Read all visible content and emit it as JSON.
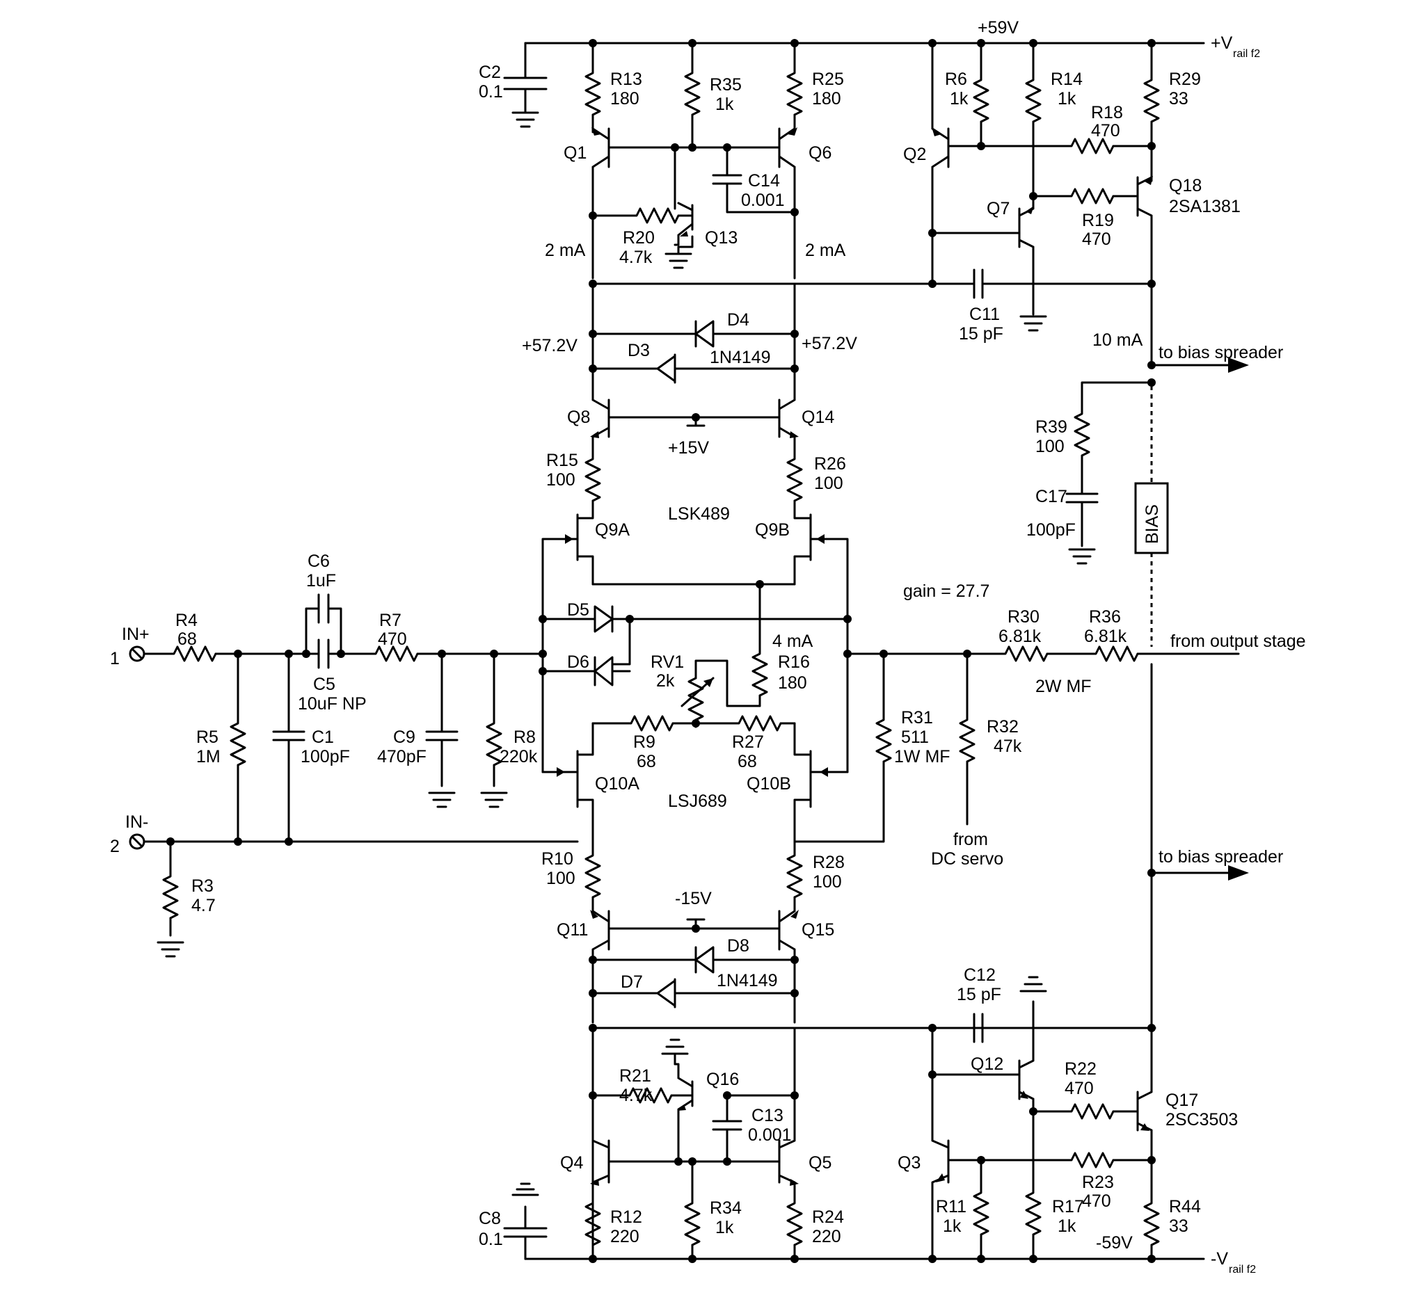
{
  "rails": {
    "pos_v": "+59V",
    "neg_v": "-59V",
    "pos_name": "+V",
    "neg_name": "-V",
    "sub": "rail f2"
  },
  "inputs": {
    "in_pos_label": "IN+",
    "in_pos_num": "1",
    "in_neg_label": "IN-",
    "in_neg_num": "2"
  },
  "parts": {
    "C2": {
      "ref": "C2",
      "val": "0.1"
    },
    "R13": {
      "ref": "R13",
      "val": "180"
    },
    "R35": {
      "ref": "R35",
      "val": "1k"
    },
    "R25": {
      "ref": "R25",
      "val": "180"
    },
    "R6": {
      "ref": "R6",
      "val": "1k"
    },
    "R14": {
      "ref": "R14",
      "val": "1k"
    },
    "R29": {
      "ref": "R29",
      "val": "33"
    },
    "R18": {
      "ref": "R18",
      "val": "470"
    },
    "C14": {
      "ref": "C14",
      "val": "0.001"
    },
    "R20": {
      "ref": "R20",
      "val": "4.7k"
    },
    "R19": {
      "ref": "R19",
      "val": "470"
    },
    "C11": {
      "ref": "C11",
      "val": "15 pF"
    },
    "D4": {
      "ref": "D4",
      "val": "1N4149"
    },
    "D3": {
      "ref": "D3"
    },
    "R15": {
      "ref": "R15",
      "val": "100"
    },
    "R26": {
      "ref": "R26",
      "val": "100"
    },
    "R39": {
      "ref": "R39",
      "val": "100"
    },
    "C17": {
      "ref": "C17",
      "val": "100pF"
    },
    "C6": {
      "ref": "C6",
      "val": "1uF"
    },
    "C5": {
      "ref": "C5",
      "val": "10uF NP"
    },
    "R4": {
      "ref": "R4",
      "val": "68"
    },
    "R7": {
      "ref": "R7",
      "val": "470"
    },
    "R5": {
      "ref": "R5",
      "val": "1M"
    },
    "C1": {
      "ref": "C1",
      "val": "100pF"
    },
    "C9": {
      "ref": "C9",
      "val": "470pF"
    },
    "R8": {
      "ref": "R8",
      "val": "220k"
    },
    "D5": {
      "ref": "D5"
    },
    "D6": {
      "ref": "D6"
    },
    "RV1": {
      "ref": "RV1",
      "val": "2k"
    },
    "R16": {
      "ref": "R16",
      "val": "180"
    },
    "R9": {
      "ref": "R9",
      "val": "68"
    },
    "R27": {
      "ref": "R27",
      "val": "68"
    },
    "R30": {
      "ref": "R30",
      "val": "6.81k"
    },
    "R36": {
      "ref": "R36",
      "val": "6.81k"
    },
    "R31": {
      "ref": "R31",
      "val": "511",
      "extra": "1W MF"
    },
    "R32": {
      "ref": "R32",
      "val": "47k"
    },
    "R3": {
      "ref": "R3",
      "val": "4.7"
    },
    "R10": {
      "ref": "R10",
      "val": "100"
    },
    "R28": {
      "ref": "R28",
      "val": "100"
    },
    "D8": {
      "ref": "D8",
      "val": "1N4149"
    },
    "D7": {
      "ref": "D7"
    },
    "C12": {
      "ref": "C12",
      "val": "15 pF"
    },
    "R21": {
      "ref": "R21",
      "val": "4.7k"
    },
    "C13": {
      "ref": "C13",
      "val": "0.001"
    },
    "R22": {
      "ref": "R22",
      "val": "470"
    },
    "R23": {
      "ref": "R23",
      "val": "470"
    },
    "C8": {
      "ref": "C8",
      "val": "0.1"
    },
    "R12": {
      "ref": "R12",
      "val": "220"
    },
    "R34": {
      "ref": "R34",
      "val": "1k"
    },
    "R24": {
      "ref": "R24",
      "val": "220"
    },
    "R11": {
      "ref": "R11",
      "val": "1k"
    },
    "R17": {
      "ref": "R17",
      "val": "1k"
    },
    "R44": {
      "ref": "R44",
      "val": "33"
    }
  },
  "transistors": {
    "Q1": "Q1",
    "Q6": "Q6",
    "Q2": "Q2",
    "Q18": "Q18",
    "Q18_part": "2SA1381",
    "Q7": "Q7",
    "Q13": "Q13",
    "Q8": "Q8",
    "Q14": "Q14",
    "Q9A": "Q9A",
    "Q9B": "Q9B",
    "Q9_part": "LSK489",
    "Q10A": "Q10A",
    "Q10B": "Q10B",
    "Q10_part": "LSJ689",
    "Q11": "Q11",
    "Q15": "Q15",
    "Q16": "Q16",
    "Q12": "Q12",
    "Q17": "Q17",
    "Q17_part": "2SC3503",
    "Q4": "Q4",
    "Q5": "Q5",
    "Q3": "Q3"
  },
  "annotations": {
    "i_2ma_left": "2 mA",
    "i_2ma_right": "2 mA",
    "v_572_left": "+57.2V",
    "v_572_right": "+57.2V",
    "v_15p": "+15V",
    "v_15n": "-15V",
    "i_10ma": "10 mA",
    "to_bias_top": "to bias spreader",
    "to_bias_bottom": "to bias spreader",
    "bias": "BIAS",
    "gain": "gain = 27.7",
    "from_output": "from output stage",
    "r30_36_note": "2W MF",
    "i_4ma": "4 mA",
    "from_servo_1": "from",
    "from_servo_2": "DC servo"
  }
}
